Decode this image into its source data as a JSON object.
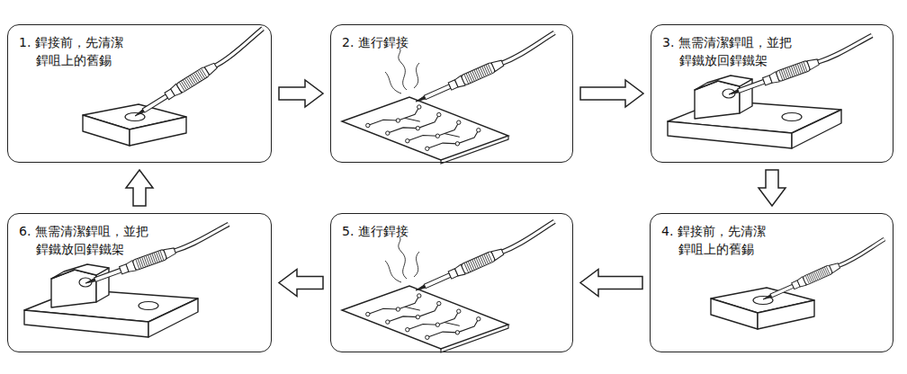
{
  "diagram": {
    "nodes": [
      {
        "text": [
          "1. 銲接前，先清潔 銲咀上的舊錫"
        ]
      },
      {
        "text": [
          "2. 進行銲接"
        ]
      },
      {
        "text": [
          "3. 無需清潔銲咀，並把 銲鐵放回銲鐵架"
        ]
      },
      {
        "text": [
          "4. 銲接前，先清潔 銲咀上的舊錫"
        ]
      },
      {
        "text": [
          "5. 進行銲接"
        ]
      },
      {
        "text": [
          "6. 無需清潔銲咀，並把 銲鐵放回銲鐵架"
        ]
      }
    ],
    "edges": [
      {
        "from": 0,
        "to": 1,
        "arrow": "to"
      },
      {
        "from": 1,
        "to": 2,
        "arrow": "to"
      },
      {
        "from": 2,
        "to": 3,
        "arrow": "to"
      },
      {
        "from": 3,
        "to": 4,
        "arrow": "to"
      },
      {
        "from": 4,
        "to": 5,
        "arrow": "to"
      },
      {
        "from": 5,
        "to": 0,
        "arrow": "to"
      }
    ]
  }
}
